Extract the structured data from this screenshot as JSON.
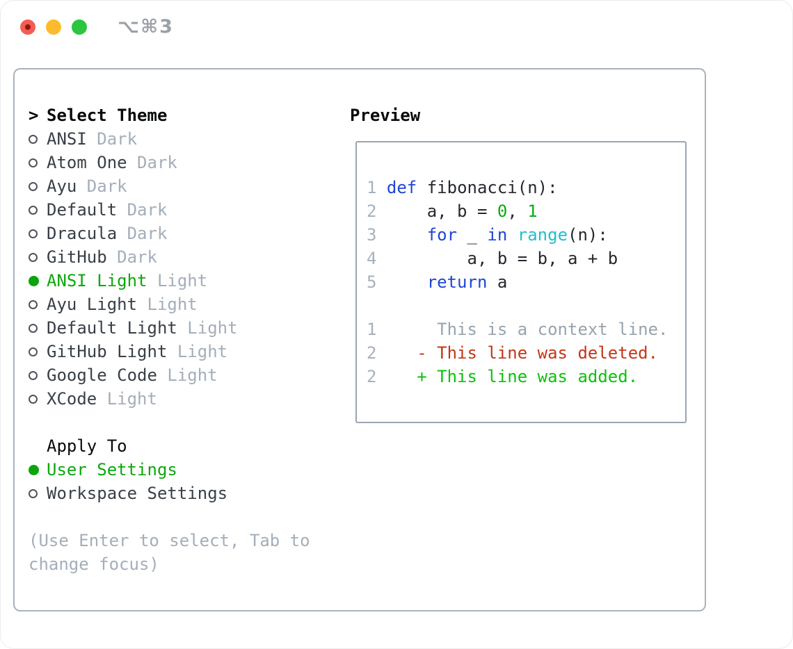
{
  "window": {
    "shortcut": "⌥⌘3",
    "traffic_colors": {
      "red": "#f35d53",
      "yellow": "#fcbb2f",
      "green": "#2cc53e"
    }
  },
  "theme_select": {
    "cursor": ">",
    "title": "Select Theme",
    "items": [
      {
        "name": "ANSI",
        "variant": "Dark",
        "selected": false
      },
      {
        "name": "Atom One",
        "variant": "Dark",
        "selected": false
      },
      {
        "name": "Ayu",
        "variant": "Dark",
        "selected": false
      },
      {
        "name": "Default",
        "variant": "Dark",
        "selected": false
      },
      {
        "name": "Dracula",
        "variant": "Dark",
        "selected": false
      },
      {
        "name": "GitHub",
        "variant": "Dark",
        "selected": false
      },
      {
        "name": "ANSI Light",
        "variant": "Light",
        "selected": true
      },
      {
        "name": "Ayu Light",
        "variant": "Light",
        "selected": false
      },
      {
        "name": "Default Light",
        "variant": "Light",
        "selected": false
      },
      {
        "name": "GitHub Light",
        "variant": "Light",
        "selected": false
      },
      {
        "name": "Google Code",
        "variant": "Light",
        "selected": false
      },
      {
        "name": "XCode",
        "variant": "Light",
        "selected": false
      }
    ]
  },
  "apply_to": {
    "title": "Apply To",
    "options": [
      {
        "label": "User Settings",
        "selected": true
      },
      {
        "label": "Workspace Settings",
        "selected": false
      }
    ]
  },
  "hint_lines": [
    "(Use Enter to select, Tab to",
    "change focus)"
  ],
  "preview": {
    "title": "Preview",
    "code_lines": [
      {
        "num": "1",
        "tokens": [
          {
            "c": "kw",
            "t": "def"
          },
          {
            "c": "pl",
            "t": " fibonacci(n):"
          }
        ]
      },
      {
        "num": "2",
        "tokens": [
          {
            "c": "pl",
            "t": "    a, b = "
          },
          {
            "c": "num",
            "t": "0"
          },
          {
            "c": "pl",
            "t": ", "
          },
          {
            "c": "num",
            "t": "1"
          }
        ]
      },
      {
        "num": "3",
        "tokens": [
          {
            "c": "pl",
            "t": "    "
          },
          {
            "c": "kw",
            "t": "for"
          },
          {
            "c": "pl",
            "t": " _ "
          },
          {
            "c": "kw",
            "t": "in"
          },
          {
            "c": "pl",
            "t": " "
          },
          {
            "c": "bi",
            "t": "range"
          },
          {
            "c": "pl",
            "t": "(n):"
          }
        ]
      },
      {
        "num": "4",
        "tokens": [
          {
            "c": "pl",
            "t": "        a, b = b, a + b"
          }
        ]
      },
      {
        "num": "5",
        "tokens": [
          {
            "c": "pl",
            "t": "    "
          },
          {
            "c": "kw",
            "t": "return"
          },
          {
            "c": "pl",
            "t": " a"
          }
        ]
      }
    ],
    "diff_lines": [
      {
        "num": "1",
        "tokens": [
          {
            "c": "ctx",
            "t": "     This is a context line."
          }
        ]
      },
      {
        "num": "2",
        "tokens": [
          {
            "c": "del",
            "t": "   - This line was deleted."
          }
        ]
      },
      {
        "num": "2",
        "tokens": [
          {
            "c": "add",
            "t": "   + This line was added."
          }
        ]
      }
    ]
  },
  "colors": {
    "keyword_blue": "#1e46d3",
    "builtin_cyan": "#22bed2",
    "number_green": "#0bab0b",
    "added_green": "#0cc10c",
    "deleted_red": "#c53517",
    "selected_green": "#0ca70c",
    "muted_gray": "#a3aeba",
    "panel_border": "#a9b3bd"
  }
}
